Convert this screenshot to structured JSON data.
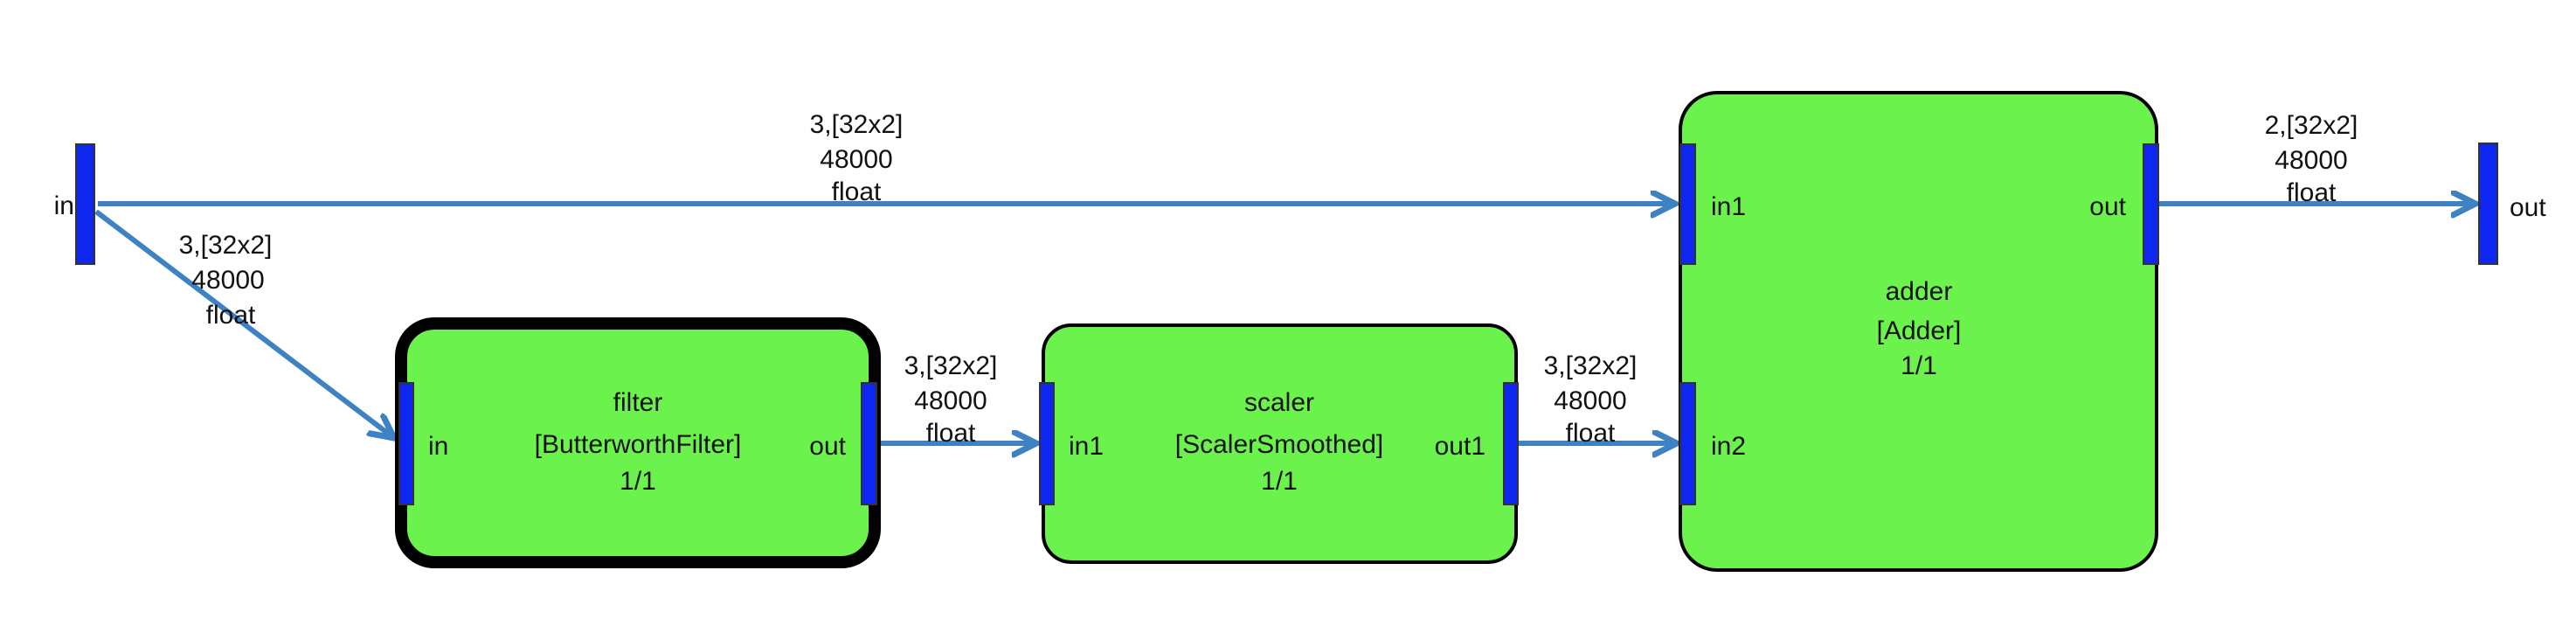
{
  "diagram": {
    "colors": {
      "background": "#ffffff",
      "block_fill": "#6cf24c",
      "block_border": "#000000",
      "selected_block_border": "#000000",
      "port_fill": "#0d26f0",
      "port_border": "#333333",
      "edge": "#3e82c4",
      "text": "#111111"
    },
    "external_ports": [
      {
        "label": "in"
      },
      {
        "label": "out"
      }
    ],
    "blocks": [
      {
        "name": "filter",
        "type": "[ButterworthFilter]",
        "ratio": "1/1",
        "selected": true,
        "ports": [
          {
            "name": "in"
          },
          {
            "name": "out"
          }
        ]
      },
      {
        "name": "scaler",
        "type": "[ScalerSmoothed]",
        "ratio": "1/1",
        "selected": false,
        "ports": [
          {
            "name": "in1"
          },
          {
            "name": "out1"
          }
        ]
      },
      {
        "name": "adder",
        "type": "[Adder]",
        "ratio": "1/1",
        "selected": false,
        "ports": [
          {
            "name": "in1"
          },
          {
            "name": "in2"
          },
          {
            "name": "out"
          }
        ]
      }
    ],
    "edges": [
      {
        "from": "in",
        "to": "adder.in1",
        "lines": [
          "3,[32x2]",
          "48000",
          "float"
        ]
      },
      {
        "from": "in",
        "to": "filter.in",
        "lines": [
          "3,[32x2]",
          "48000",
          "float"
        ]
      },
      {
        "from": "filter.out",
        "to": "scaler.in1",
        "lines": [
          "3,[32x2]",
          "48000",
          "float"
        ]
      },
      {
        "from": "scaler.out1",
        "to": "adder.in2",
        "lines": [
          "3,[32x2]",
          "48000",
          "float"
        ]
      },
      {
        "from": "adder.out",
        "to": "out",
        "lines": [
          "2,[32x2]",
          "48000",
          "float"
        ]
      }
    ]
  }
}
